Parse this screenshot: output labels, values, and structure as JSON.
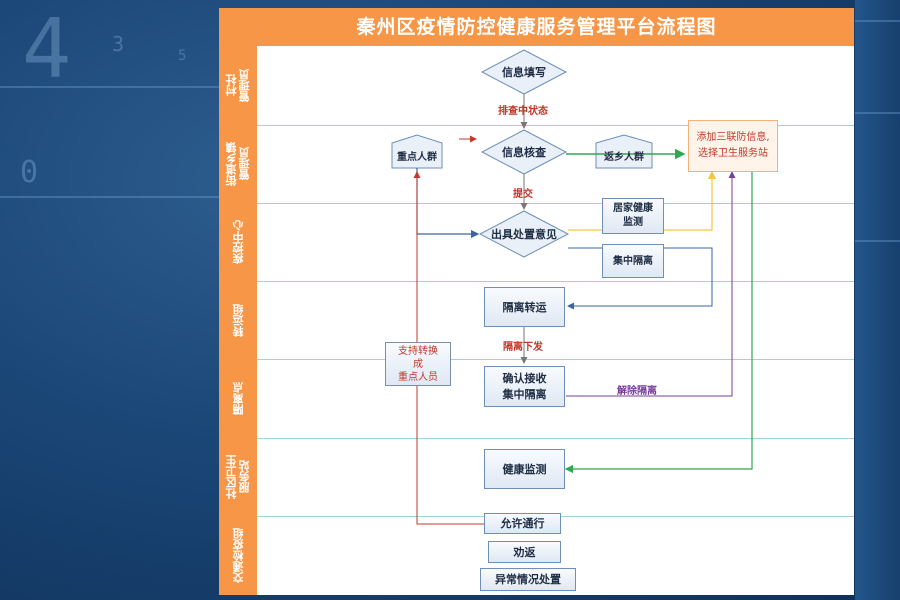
{
  "title": "秦州区疫情防控健康服务管理平台流程图",
  "background_text": [
    "4",
    "3",
    "5",
    "0"
  ],
  "lanes": [
    "村社\n管理员",
    "街道乡镇\n管理员",
    "疾控中心",
    "转运组",
    "隔离点",
    "社区卫生\n服务站",
    "交通检疫组"
  ],
  "nodes": {
    "info_fill": "信息填写",
    "info_check": "信息核查",
    "issue_opinion": "出具处置意见",
    "key_population": "重点人群",
    "returning_population": "返乡人群",
    "add_info": [
      "添加三联防信息,",
      "选择卫生服务站"
    ],
    "home_monitor": [
      "居家健康",
      "监测"
    ],
    "central_isolation": "集中隔离",
    "isolation_transfer": "隔离转运",
    "confirm_receive": [
      "确认接收",
      "集中隔离"
    ],
    "health_monitor": "健康监测",
    "support_convert": [
      "支持转换",
      "成",
      "重点人员"
    ],
    "allow_pass": "允许通行",
    "persuade_return": "劝返",
    "abnormal_handle": "异常情况处置"
  },
  "edge_labels": {
    "screening": "排查中状态",
    "submit": "提交",
    "isolation_issue": "隔离下发",
    "release_isolation": "解除隔离"
  },
  "colors": {
    "orange": "#f79646",
    "red_arrow": "#c0392b",
    "green_arrow": "#2fa84f",
    "blue_arrow": "#3a64a8",
    "purple_arrow": "#7a3d9a",
    "yellow_arrow": "#f5c542",
    "gray_arrow": "#777777"
  }
}
